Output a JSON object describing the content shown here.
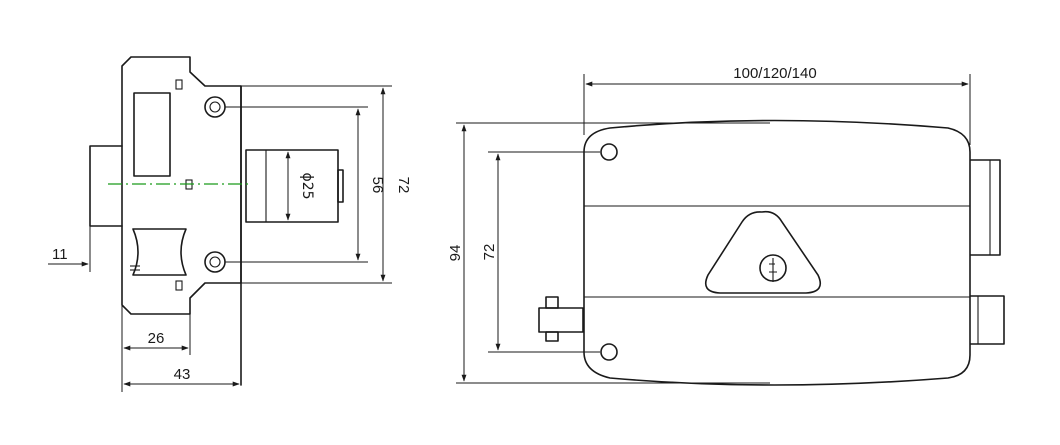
{
  "colors": {
    "line": "#1a1a1a",
    "centerline": "#1a9a1a",
    "background": "#ffffff"
  },
  "side_view": {
    "dim_height_outer": "72",
    "dim_height_inner": "56",
    "dim_cylinder_diameter": "ɸ25",
    "dim_bolt_projection": "11",
    "dim_depth_inner": "26",
    "dim_depth_outer": "43"
  },
  "front_view": {
    "dim_width": "100/120/140",
    "dim_height": "94",
    "dim_hole_spacing": "72"
  }
}
